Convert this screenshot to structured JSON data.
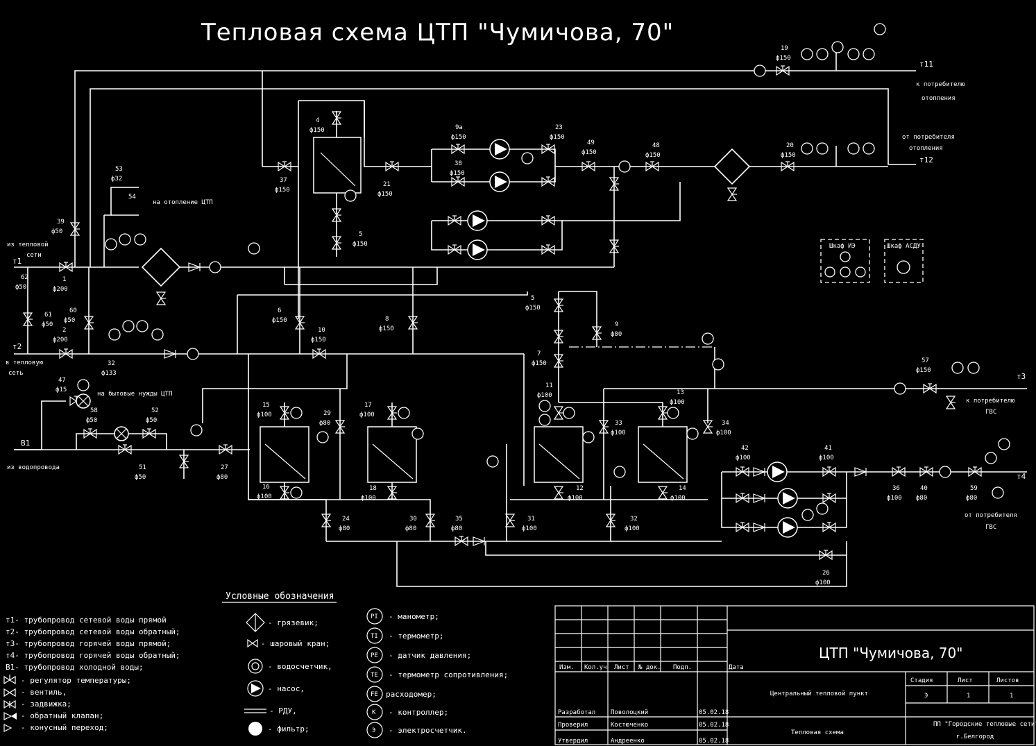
{
  "title": "Тепловая схема ЦТП \"Чумичова, 70\"",
  "pipes": {
    "t1": "т1",
    "t2": "т2",
    "t3": "т3",
    "t4": "т4",
    "b1": "В1",
    "t11": "т11",
    "t12": "т12"
  },
  "labels": {
    "from_network": "из тепловой",
    "from_network2": "сети",
    "to_network": "в тепловую",
    "to_network2": "сеть",
    "from_water": "из водопровода",
    "heating_ctp": "на отопление ЦТП",
    "domestic_ctp": "на бытовые нужды ЦТП",
    "to_heating_consumer": "к потребителю",
    "to_heating_consumer2": "отопления",
    "from_heating_consumer": "от потребителя",
    "from_heating_consumer2": "отопления",
    "to_hw_consumer": "к потребителю",
    "to_hw_consumer2": "ГВС",
    "from_hw_consumer": "от потребителя",
    "from_hw_consumer2": "ГВС",
    "panel1": "Шкаф ИЭ",
    "panel2": "Шкаф АСДУ"
  },
  "legend": {
    "heading": "Условные обозначения",
    "pipes": [
      "т1- трубопровод сетевой воды прямой",
      "т2- трубопровод сетевой воды обратный;",
      "т3- трубопровод горячей воды прямой;",
      "т4- трубопровод горячей воды обратный;",
      "В1- трубопровод холодной воды;"
    ],
    "fittings": [
      "- регулятор температуры;",
      "- вентиль,",
      "- задвижка;",
      "- обратный клапан;",
      "- конусный переход;"
    ],
    "symbols": [
      "- грязевик;",
      "- шаровый кран;",
      "- водосчетчик,",
      "- насос,",
      "- РДУ,",
      "- фильтр;"
    ],
    "instruments": [
      {
        "code": "PI",
        "text": "- манометр;"
      },
      {
        "code": "TI",
        "text": "- термометр;"
      },
      {
        "code": "PE",
        "text": "- датчик давления;"
      },
      {
        "code": "TE",
        "text": "- термометр сопротивления;"
      },
      {
        "code": "FE",
        "text": "расходомер;"
      },
      {
        "code": "K",
        "text": "- контроллер;"
      },
      {
        "code": "Э",
        "text": "- электросчетчик."
      }
    ]
  },
  "titleblock": {
    "project": "ЦТП \"Чумичова, 70\"",
    "stage_h": "Стадия",
    "sheet_h": "Лист",
    "sheets_h": "Листов",
    "stage": "Э",
    "sheet": "1",
    "sheets": "1",
    "object": "Центральный тепловой пункт",
    "drawing": "Тепловая схема",
    "org": "ПП \"Городские тепловые сети\"",
    "org2": "г.Белгород",
    "cols": [
      "Изм.",
      "Кол.уч",
      "Лист",
      "№ док.",
      "Подп.",
      "Дата"
    ],
    "rows": [
      {
        "role": "Разработал",
        "name": "Поволоцкий",
        "date": "05.02.18"
      },
      {
        "role": "Проверил",
        "name": "Костюченко",
        "date": "05.02.18"
      },
      {
        "role": "Утвердил",
        "name": "Андреенко",
        "date": "05.02.18"
      }
    ]
  },
  "tags": [
    {
      "id": "v19",
      "num": "19",
      "dn": "ф150"
    },
    {
      "id": "v20",
      "num": "20",
      "dn": "ф150"
    },
    {
      "id": "v4",
      "num": "4",
      "dn": "ф150"
    },
    {
      "id": "v5",
      "num": "5",
      "dn": "ф150"
    },
    {
      "id": "v9a",
      "num": "9а",
      "dn": "ф150"
    },
    {
      "id": "v23",
      "num": "23",
      "dn": "ф150"
    },
    {
      "id": "v38",
      "num": "38",
      "dn": "ф150"
    },
    {
      "id": "v49",
      "num": "49",
      "dn": "ф150"
    },
    {
      "id": "v48",
      "num": "48",
      "dn": "ф150"
    },
    {
      "id": "v21",
      "num": "21",
      "dn": "ф150"
    },
    {
      "id": "v37",
      "num": "37",
      "dn": "ф150"
    },
    {
      "id": "v53",
      "num": "53",
      "dn": "ф32"
    },
    {
      "id": "v54",
      "num": "54",
      "dn": ""
    },
    {
      "id": "v39",
      "num": "39",
      "dn": "ф50"
    },
    {
      "id": "v1",
      "num": "1",
      "dn": "ф200"
    },
    {
      "id": "v62",
      "num": "62",
      "dn": "ф50"
    },
    {
      "id": "v61",
      "num": "61",
      "dn": "ф50"
    },
    {
      "id": "v60",
      "num": "60",
      "dn": "ф50"
    },
    {
      "id": "v2",
      "num": "2",
      "dn": "ф200"
    },
    {
      "id": "v32",
      "num": "32",
      "dn": "ф133"
    },
    {
      "id": "v6",
      "num": "6",
      "dn": "ф150"
    },
    {
      "id": "v10",
      "num": "10",
      "dn": "ф150"
    },
    {
      "id": "v8",
      "num": "8",
      "dn": "ф150"
    },
    {
      "id": "v5b",
      "num": "5",
      "dn": "ф150"
    },
    {
      "id": "v9",
      "num": "9",
      "dn": "ф80"
    },
    {
      "id": "v7",
      "num": "7",
      "dn": "ф150"
    },
    {
      "id": "v47",
      "num": "47",
      "dn": "ф15"
    },
    {
      "id": "v58",
      "num": "58",
      "dn": "ф50"
    },
    {
      "id": "v52",
      "num": "52",
      "dn": "ф50"
    },
    {
      "id": "v51",
      "num": "51",
      "dn": "ф50"
    },
    {
      "id": "v27",
      "num": "27",
      "dn": "ф80"
    },
    {
      "id": "v15",
      "num": "15",
      "dn": "ф100"
    },
    {
      "id": "v16",
      "num": "16",
      "dn": "ф100"
    },
    {
      "id": "v17",
      "num": "17",
      "dn": "ф100"
    },
    {
      "id": "v18",
      "num": "18",
      "dn": "ф100"
    },
    {
      "id": "v29",
      "num": "29",
      "dn": "ф80"
    },
    {
      "id": "v24",
      "num": "24",
      "dn": "ф80"
    },
    {
      "id": "v30",
      "num": "30",
      "dn": "ф80"
    },
    {
      "id": "v35",
      "num": "35",
      "dn": "ф80"
    },
    {
      "id": "v11",
      "num": "11",
      "dn": "ф100"
    },
    {
      "id": "v12",
      "num": "12",
      "dn": "ф100"
    },
    {
      "id": "v13",
      "num": "13",
      "dn": "ф100"
    },
    {
      "id": "v14",
      "num": "14",
      "dn": "ф100"
    },
    {
      "id": "v33",
      "num": "33",
      "dn": "ф100"
    },
    {
      "id": "v34",
      "num": "34",
      "dn": "ф100"
    },
    {
      "id": "v31",
      "num": "31",
      "dn": "ф100"
    },
    {
      "id": "v32b",
      "num": "32",
      "dn": "ф100"
    },
    {
      "id": "v42",
      "num": "42",
      "dn": "ф100"
    },
    {
      "id": "v41",
      "num": "41",
      "dn": "ф100"
    },
    {
      "id": "v57",
      "num": "57",
      "dn": "ф150"
    },
    {
      "id": "v36",
      "num": "36",
      "dn": "ф100"
    },
    {
      "id": "v26",
      "num": "26",
      "dn": "ф100"
    },
    {
      "id": "v40",
      "num": "40",
      "dn": "ф80"
    },
    {
      "id": "v59",
      "num": "59",
      "dn": "ф80"
    }
  ]
}
